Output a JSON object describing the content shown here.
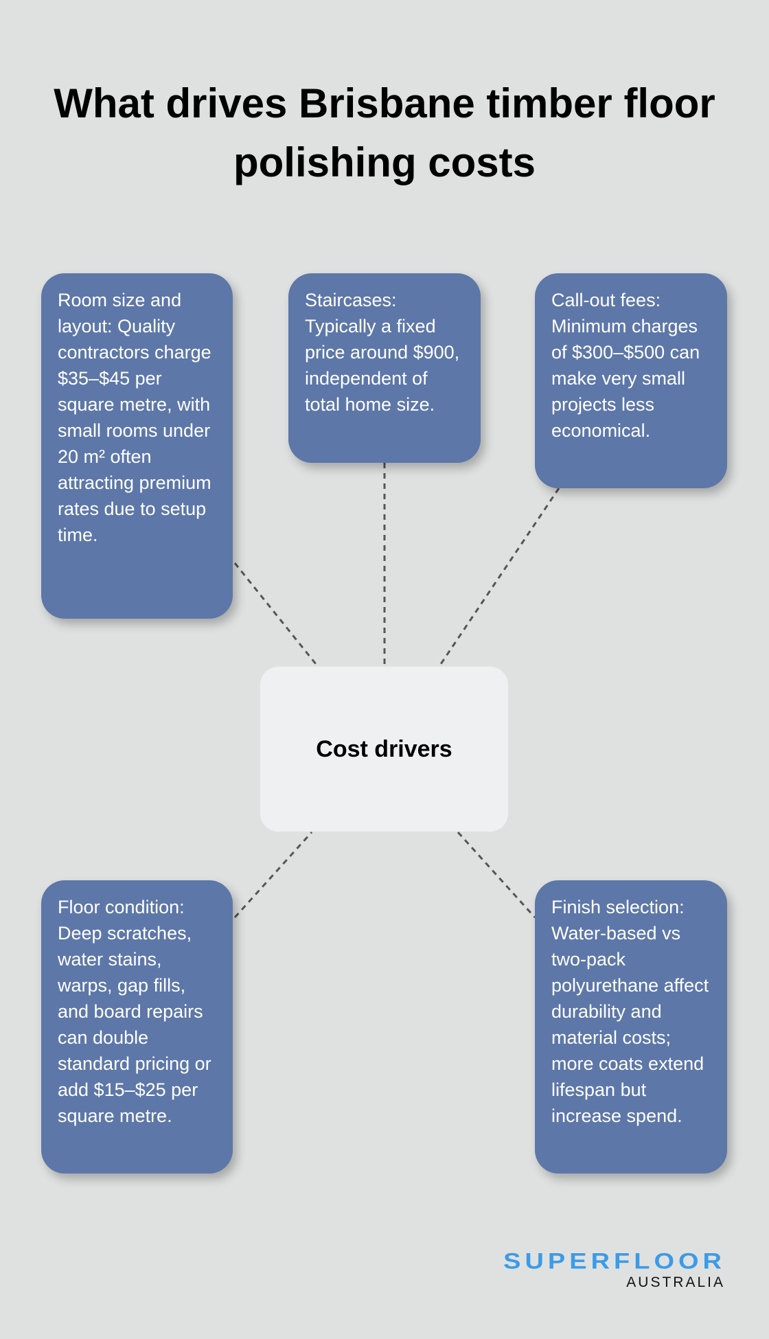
{
  "title": "What drives Brisbane timber floor polishing costs",
  "center_label": "Cost drivers",
  "nodes": [
    {
      "text": "Room size and layout: Quality contractors charge $35–$45 per square metre, with small rooms under 20 m² often attracting premium rates due to setup time."
    },
    {
      "text": "Staircases: Typically a fixed price around $900, independent of total home size."
    },
    {
      "text": "Call-out fees: Minimum charges of $300–$500 can make very small projects less economical."
    },
    {
      "text": "Floor condition: Deep scratches, water stains, warps, gap fills, and board repairs can double standard pricing or add $15–$25 per square metre."
    },
    {
      "text": "Finish selection: Water-based vs two-pack polyurethane affect durability and material costs; more coats extend lifespan but increase spend."
    }
  ],
  "logo": {
    "name": "SUPERFLOOR",
    "sub": "AUSTRALIA"
  },
  "colors": {
    "node": "#5d77a8",
    "center": "#eff0f2",
    "background": "#dfe1e0",
    "logo": "#3b9be8",
    "connector": "#555555"
  }
}
